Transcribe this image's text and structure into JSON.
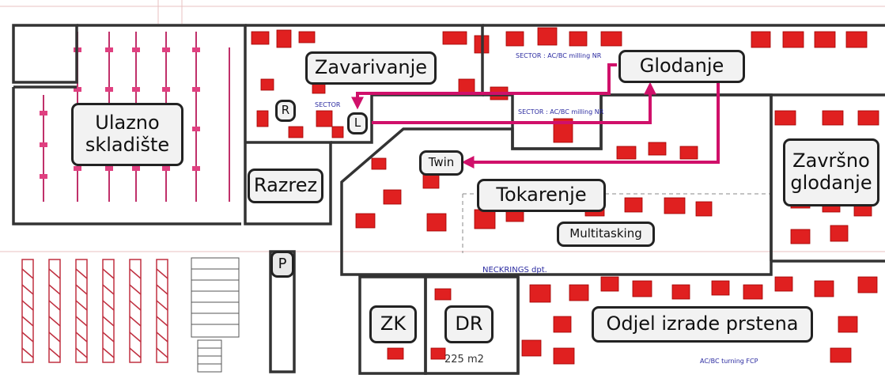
{
  "zones": {
    "ulazno_skladiste": "Ulazno\nskladište",
    "zavarivanje": "Zavarivanje",
    "glodanje": "Glodanje",
    "razrez": "Razrez",
    "twin": "Twin",
    "tokarenje": "Tokarenje",
    "zavrsno_glodanje": "Završno\nglodanje",
    "multitasking": "Multitasking",
    "zk": "ZK",
    "dr": "DR",
    "odjel_izrade_prstena": "Odjel izrade prstena",
    "r": "R",
    "l": "L",
    "p": "P"
  },
  "plan_text": {
    "sector_milling_1": "SECTOR : AC/BC milling NR",
    "sector_milling_2": "SECTOR : AC/BC milling NR",
    "sector_left": "SECTOR",
    "neckrings": "NECKRINGS dpt.",
    "area": "225 m2",
    "turning": "AC/BC turning FCP"
  },
  "colors": {
    "flow_arrow": "#d0106a",
    "wall": "#333333",
    "machine": "#e02020",
    "label_bg": "#f2f2f2"
  }
}
